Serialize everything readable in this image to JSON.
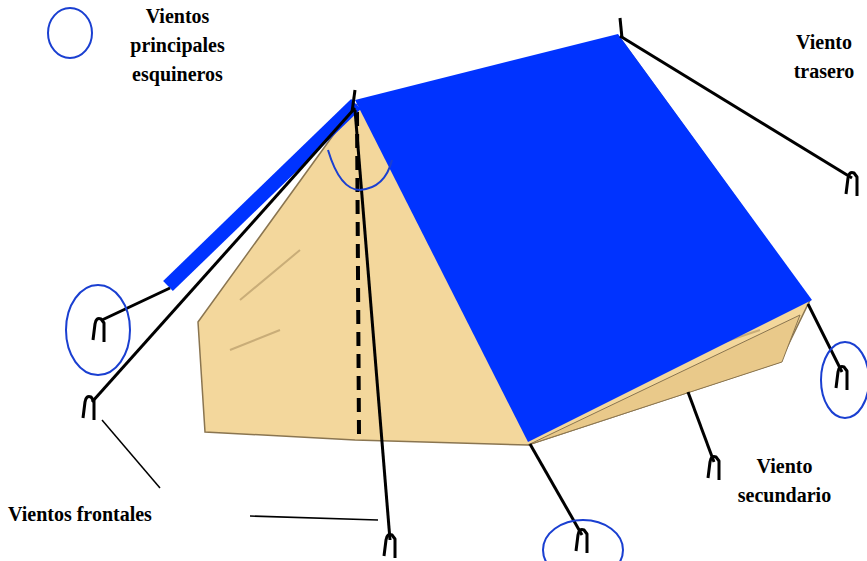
{
  "diagram": {
    "labels": [
      "Vientos principales esquineros",
      "Viento trasero",
      "Vientos frontales",
      "Viento secundario"
    ]
  }
}
